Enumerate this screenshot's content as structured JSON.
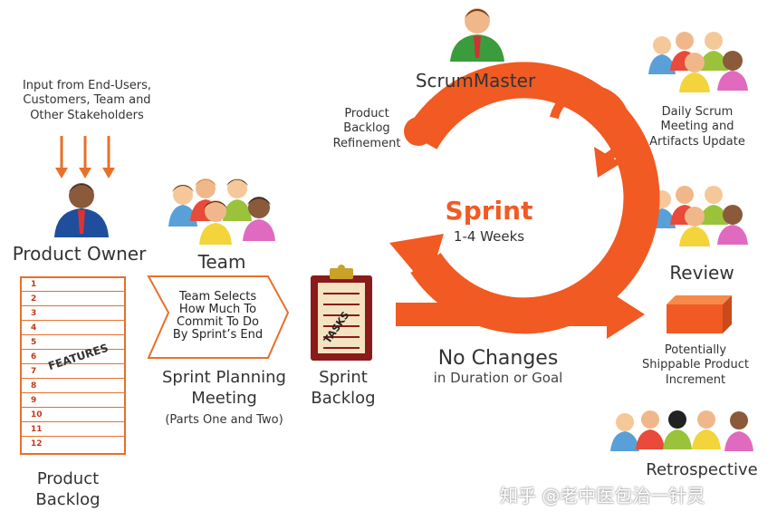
{
  "input_text": [
    "Input from End-Users,",
    "Customers, Team and",
    "Other Stakeholders"
  ],
  "product_owner": "Product Owner",
  "team": "Team",
  "scrummaster": "ScrumMaster",
  "product_backlog_refinement": [
    "Product",
    "Backlog",
    "Refinement"
  ],
  "sprint": {
    "title": "Sprint",
    "duration": "1-4 Weeks"
  },
  "daily_scrum": [
    "Daily Scrum",
    "Meeting and",
    "Artifacts Update"
  ],
  "review": "Review",
  "potentially_shippable": [
    "Potentially",
    "Shippable Product",
    "Increment"
  ],
  "retrospective": "Retrospective",
  "team_selects": [
    "Team Selects",
    "How Much To",
    "Commit To Do",
    "By Sprint’s End"
  ],
  "sprint_planning": [
    "Sprint Planning",
    "Meeting"
  ],
  "sprint_planning_parts": "(Parts One and Two)",
  "sprint_backlog": [
    "Sprint",
    "Backlog"
  ],
  "tasks_label": "TASKS",
  "no_changes": "No Changes",
  "no_changes_sub": "in Duration or Goal",
  "product_backlog": [
    "Product",
    "Backlog"
  ],
  "features_label": "FEATURES",
  "backlog_rows": [
    "1",
    "2",
    "3",
    "4",
    "5",
    "6",
    "7",
    "8",
    "9",
    "10",
    "11",
    "12"
  ],
  "watermark": "知乎 @老中医包治一针灵",
  "colors": {
    "orange": "#f15a22",
    "arrow": "#e8702a",
    "red_dark": "#8b1a1a"
  }
}
